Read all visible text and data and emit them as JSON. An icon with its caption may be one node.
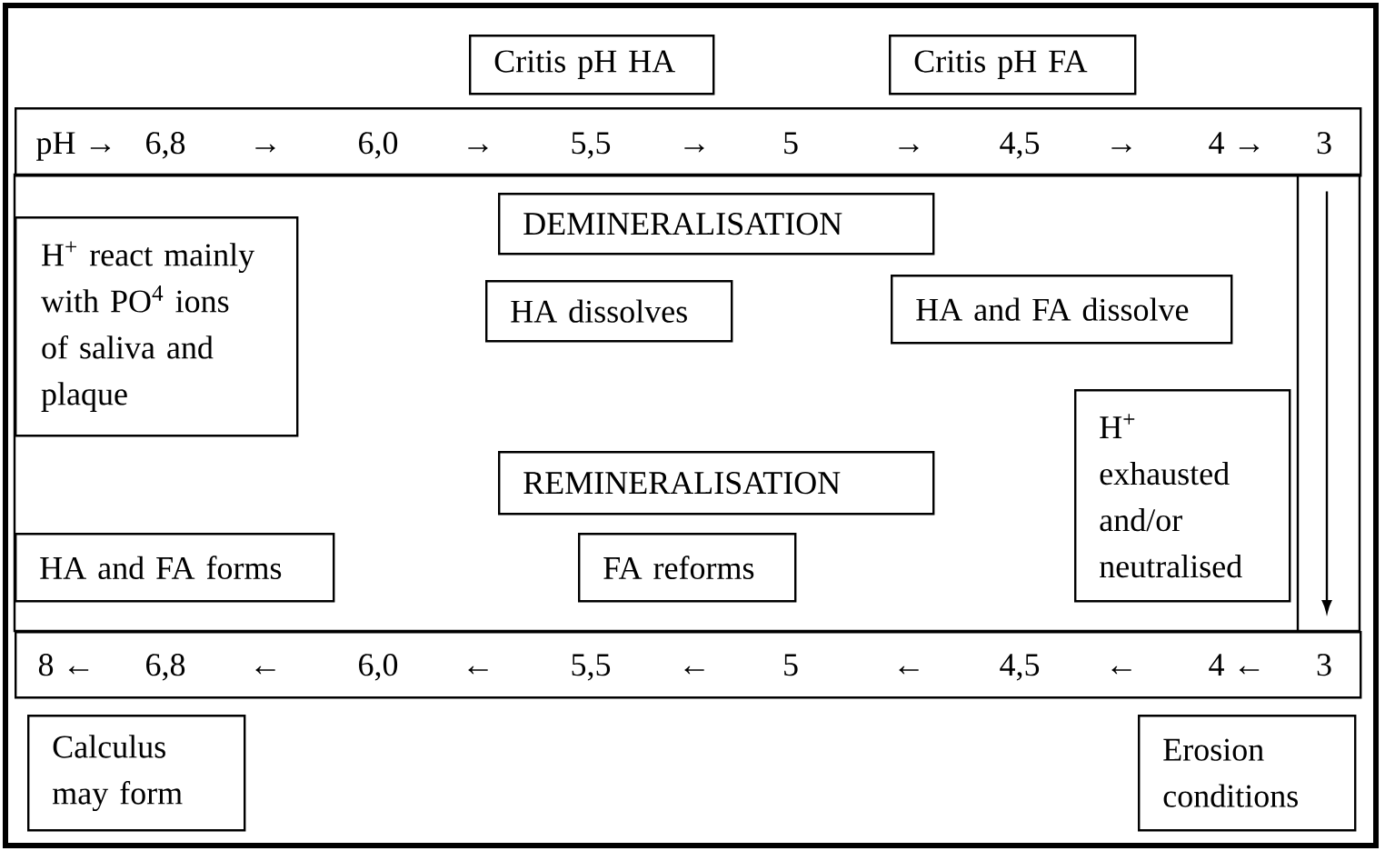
{
  "diagram": {
    "nodes": [
      {
        "text": [
          "Critis pH HA"
        ]
      },
      {
        "text": [
          "Critis pH FA"
        ]
      },
      {
        "text": [
          "pH →",
          "6,8",
          "→",
          "6,0",
          "→",
          "5,5",
          "→",
          "5",
          "→",
          "4,5",
          "→",
          "4 →",
          "3"
        ]
      },
      {
        "text": [
          "H$^{+}$ react mainly with PO$^{4}$ ions of saliva and plaque"
        ]
      },
      {
        "text": [
          "DEMINERALISATION"
        ]
      },
      {
        "text": [
          "HA dissolves"
        ]
      },
      {
        "text": [
          "HA and FA dissolve"
        ]
      },
      {
        "text": [
          "H$^{+}$ exhausted and/or neutralised"
        ]
      },
      {
        "text": [
          "REMINERALISATION"
        ]
      },
      {
        "text": [
          "HA and FA forms"
        ]
      },
      {
        "text": [
          "FA reforms"
        ]
      },
      {
        "text": [
          "8 ←",
          "6,8",
          "←",
          "6,0",
          "←",
          "5,5",
          "←",
          "5",
          "←",
          "4,5",
          "←",
          "4 ←",
          "3"
        ]
      },
      {
        "text": [
          "Calculus may form"
        ]
      },
      {
        "text": [
          "Erosion conditions"
        ]
      }
    ],
    "edges": [
      {
        "from": 2,
        "to": 11,
        "arrow": "to"
      }
    ]
  }
}
